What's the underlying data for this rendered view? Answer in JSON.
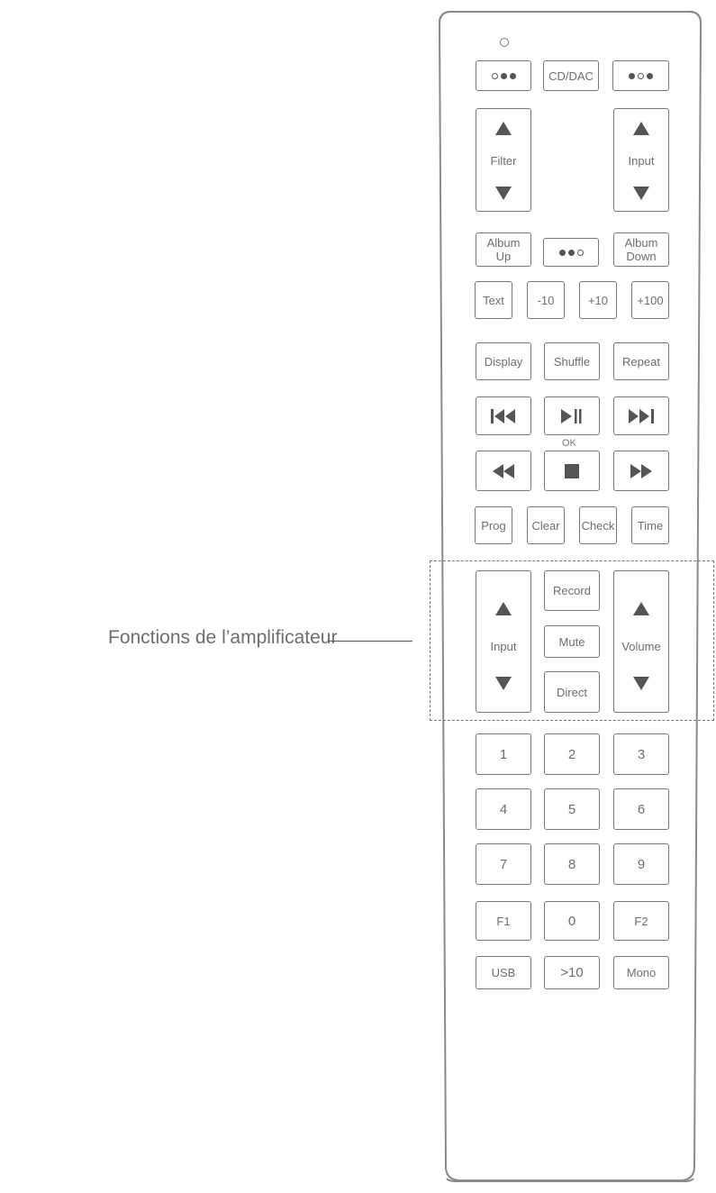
{
  "annotation": {
    "label": "Fonctions de l’amplificateur"
  },
  "remote": {
    "row_top": {
      "middle": "CD/DAC"
    },
    "rocker_left": {
      "label": "Filter"
    },
    "rocker_right": {
      "label": "Input"
    },
    "album_up": "Album\nUp",
    "album_down": "Album\nDown",
    "row_text": [
      "Text",
      "-10",
      "+10",
      "+100"
    ],
    "row_display": [
      "Display",
      "Shuffle",
      "Repeat"
    ],
    "ok_label": "OK",
    "row_prog": [
      "Prog",
      "Clear",
      "Check",
      "Time"
    ],
    "amp": {
      "input_label": "Input",
      "record": "Record",
      "mute": "Mute",
      "direct": "Direct",
      "volume_label": "Volume"
    },
    "keypad": [
      "1",
      "2",
      "3",
      "4",
      "5",
      "6",
      "7",
      "8",
      "9",
      "F1",
      "0",
      "F2",
      "USB",
      ">10",
      "Mono"
    ]
  },
  "icons": {
    "prev": "skip-back-icon",
    "play_pause": "play-pause-icon",
    "next": "skip-forward-icon",
    "rewind": "rewind-icon",
    "stop": "stop-icon",
    "forward": "fast-forward-icon"
  }
}
